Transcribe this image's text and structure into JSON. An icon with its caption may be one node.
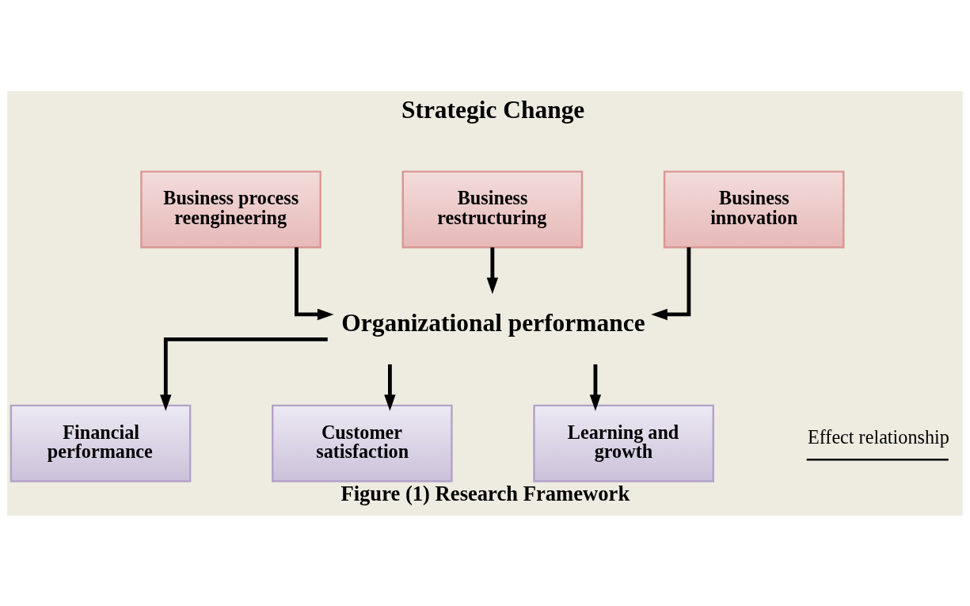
{
  "diagram": {
    "caption": "Figure (1) Research Framework",
    "nodes": [
      {
        "text": [
          "Business process reengineering"
        ]
      },
      {
        "text": [
          "Business restructuring"
        ]
      },
      {
        "text": [
          "Business innovation"
        ]
      },
      {
        "text": [
          "Organizational performance"
        ]
      },
      {
        "text": [
          "Financial performance"
        ]
      },
      {
        "text": [
          "Customer satisfaction"
        ]
      },
      {
        "text": [
          "Learning and growth"
        ]
      }
    ],
    "edges": [
      {
        "from": 0,
        "to": 3,
        "arrow": "to"
      },
      {
        "from": 1,
        "to": 3,
        "arrow": "to"
      },
      {
        "from": 2,
        "to": 3,
        "arrow": "to"
      },
      {
        "from": 3,
        "to": 4,
        "arrow": "to"
      },
      {
        "from": 3,
        "to": 5,
        "arrow": "to"
      },
      {
        "from": 3,
        "to": 6,
        "arrow": "to"
      }
    ],
    "labels": [
      "Strategic Change"
    ],
    "legend": [
      {
        "text": "Effect relationship"
      }
    ]
  }
}
